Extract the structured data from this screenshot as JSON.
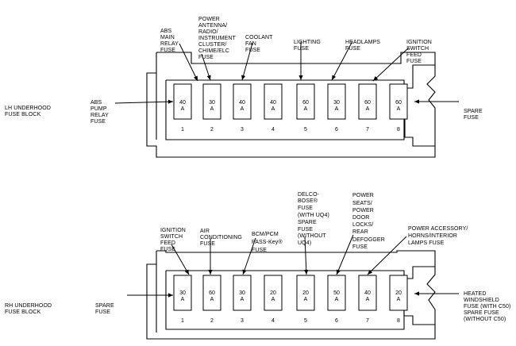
{
  "blocks": [
    {
      "name": [
        "LH UNDERHOOD",
        "FUSE BLOCK"
      ],
      "side_left": [
        "ABS",
        "PUMP",
        "RELAY",
        "FUSE"
      ],
      "side_right": [
        "SPARE",
        "FUSE"
      ],
      "fuses": [
        {
          "rating": [
            "40",
            "A"
          ],
          "num": "1"
        },
        {
          "rating": [
            "30",
            "A"
          ],
          "num": "2"
        },
        {
          "rating": [
            "40",
            "A"
          ],
          "num": "3"
        },
        {
          "rating": [
            "40",
            "A"
          ],
          "num": "4"
        },
        {
          "rating": [
            "60",
            "A"
          ],
          "num": "5"
        },
        {
          "rating": [
            "30",
            "A"
          ],
          "num": "6"
        },
        {
          "rating": [
            "60",
            "A"
          ],
          "num": "7"
        },
        {
          "rating": [
            "60",
            "A"
          ],
          "num": "8"
        }
      ],
      "top_labels": [
        [
          "ABS",
          "MAIN",
          "RELAY",
          "FUSE"
        ],
        [
          "POWER",
          "ANTENNA/",
          "RADIO/",
          "INSTRUMENT",
          "CLUSTER/",
          "CHIME/ELC",
          "FUSE"
        ],
        [
          "COOLANT",
          "FAN",
          "FUSE"
        ],
        [
          "LIGHTING",
          "FUSE"
        ],
        [
          "HEADLAMPS",
          "FUSE"
        ],
        [
          "IGNITION",
          "SWITCH",
          "FEED",
          "FUSE"
        ]
      ]
    },
    {
      "name": [
        "RH UNDERHOOD",
        "FUSE BLOCK"
      ],
      "side_left": [
        "SPARE",
        "FUSE"
      ],
      "side_right": [
        "HEATED",
        "WINDSHIELD",
        "FUSE (WITH C50)",
        "SPARE FUSE",
        "(WITHOUT C50)"
      ],
      "fuses": [
        {
          "rating": [
            "30",
            "A"
          ],
          "num": "1"
        },
        {
          "rating": [
            "60",
            "A"
          ],
          "num": "2"
        },
        {
          "rating": [
            "30",
            "A"
          ],
          "num": "3"
        },
        {
          "rating": [
            "20",
            "A"
          ],
          "num": "4"
        },
        {
          "rating": [
            "20",
            "A"
          ],
          "num": "5"
        },
        {
          "rating": [
            "50",
            "A"
          ],
          "num": "6"
        },
        {
          "rating": [
            "40",
            "A"
          ],
          "num": "7"
        },
        {
          "rating": [
            "20",
            "A"
          ],
          "num": "8"
        }
      ],
      "top_labels": [
        [
          "IGNITION",
          "SWITCH",
          "FEED",
          "FUSE"
        ],
        [
          "AIR",
          "CONDITIONING",
          "FUSE"
        ],
        [
          "BCM/PCM",
          "PASS-Key®",
          "FUSE"
        ],
        [
          "DELCO-",
          "BOSE®",
          "FUSE",
          "(WITH UQ4)",
          "SPARE",
          "FUSE",
          "(WITHOUT",
          "UQ4)"
        ],
        [
          "POWER",
          "SEATS/",
          "POWER",
          "DOOR",
          "LOCKS/",
          "REAR",
          "DEFOGGER",
          "FUSE"
        ],
        [
          "POWER ACCESSORY/",
          "HORNS/INTERIOR",
          "LAMPS FUSE"
        ]
      ]
    }
  ]
}
